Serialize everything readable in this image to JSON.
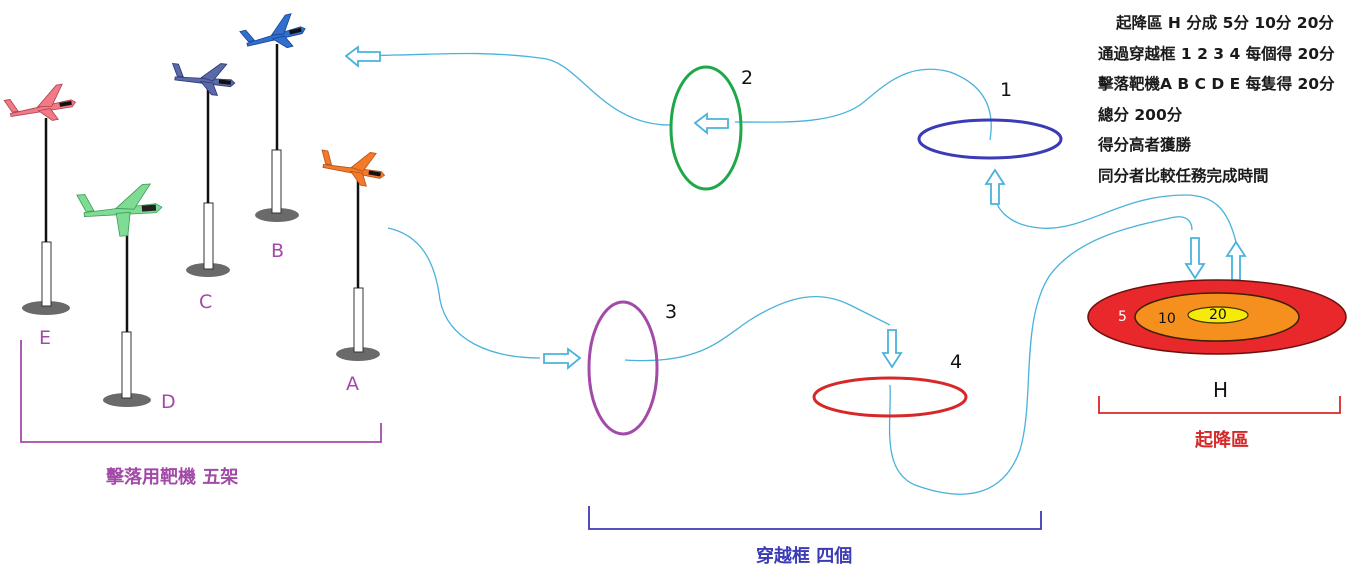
{
  "rules": [
    "起降區 H 分成 5分 10分  20分",
    "通過穿越框 1 2 3 4 每個得 20分",
    "擊落靶機A B C D E 每隻得 20分",
    "總分 200分",
    "得分高者獲勝",
    "同分者比較任務完成時間"
  ],
  "targets": {
    "labels": [
      "A",
      "B",
      "C",
      "D",
      "E"
    ],
    "group_label": "擊落用靶機 五架",
    "plane_colors": {
      "A": "#f47a2a",
      "B": "#2f6fd0",
      "C": "#5a6aa8",
      "D": "#7fdc95",
      "E": "#f07a86"
    },
    "label_color": "#a24aa8"
  },
  "frames": {
    "labels": [
      "1",
      "2",
      "3",
      "4"
    ],
    "group_label": "穿越框  四個",
    "colors": {
      "1": "#3b3bb5",
      "2": "#1fa84a",
      "3": "#a24aa8",
      "4": "#d62828"
    },
    "bracket_color": "#3b3bb5"
  },
  "landing": {
    "label": "H",
    "group_label": "起降區",
    "ring_scores": [
      "5",
      "10",
      "20"
    ],
    "ring_colors": [
      "#e8282b",
      "#f5901e",
      "#f5ea0a"
    ],
    "group_color": "#d62828"
  },
  "path_color": "#49b2dc"
}
